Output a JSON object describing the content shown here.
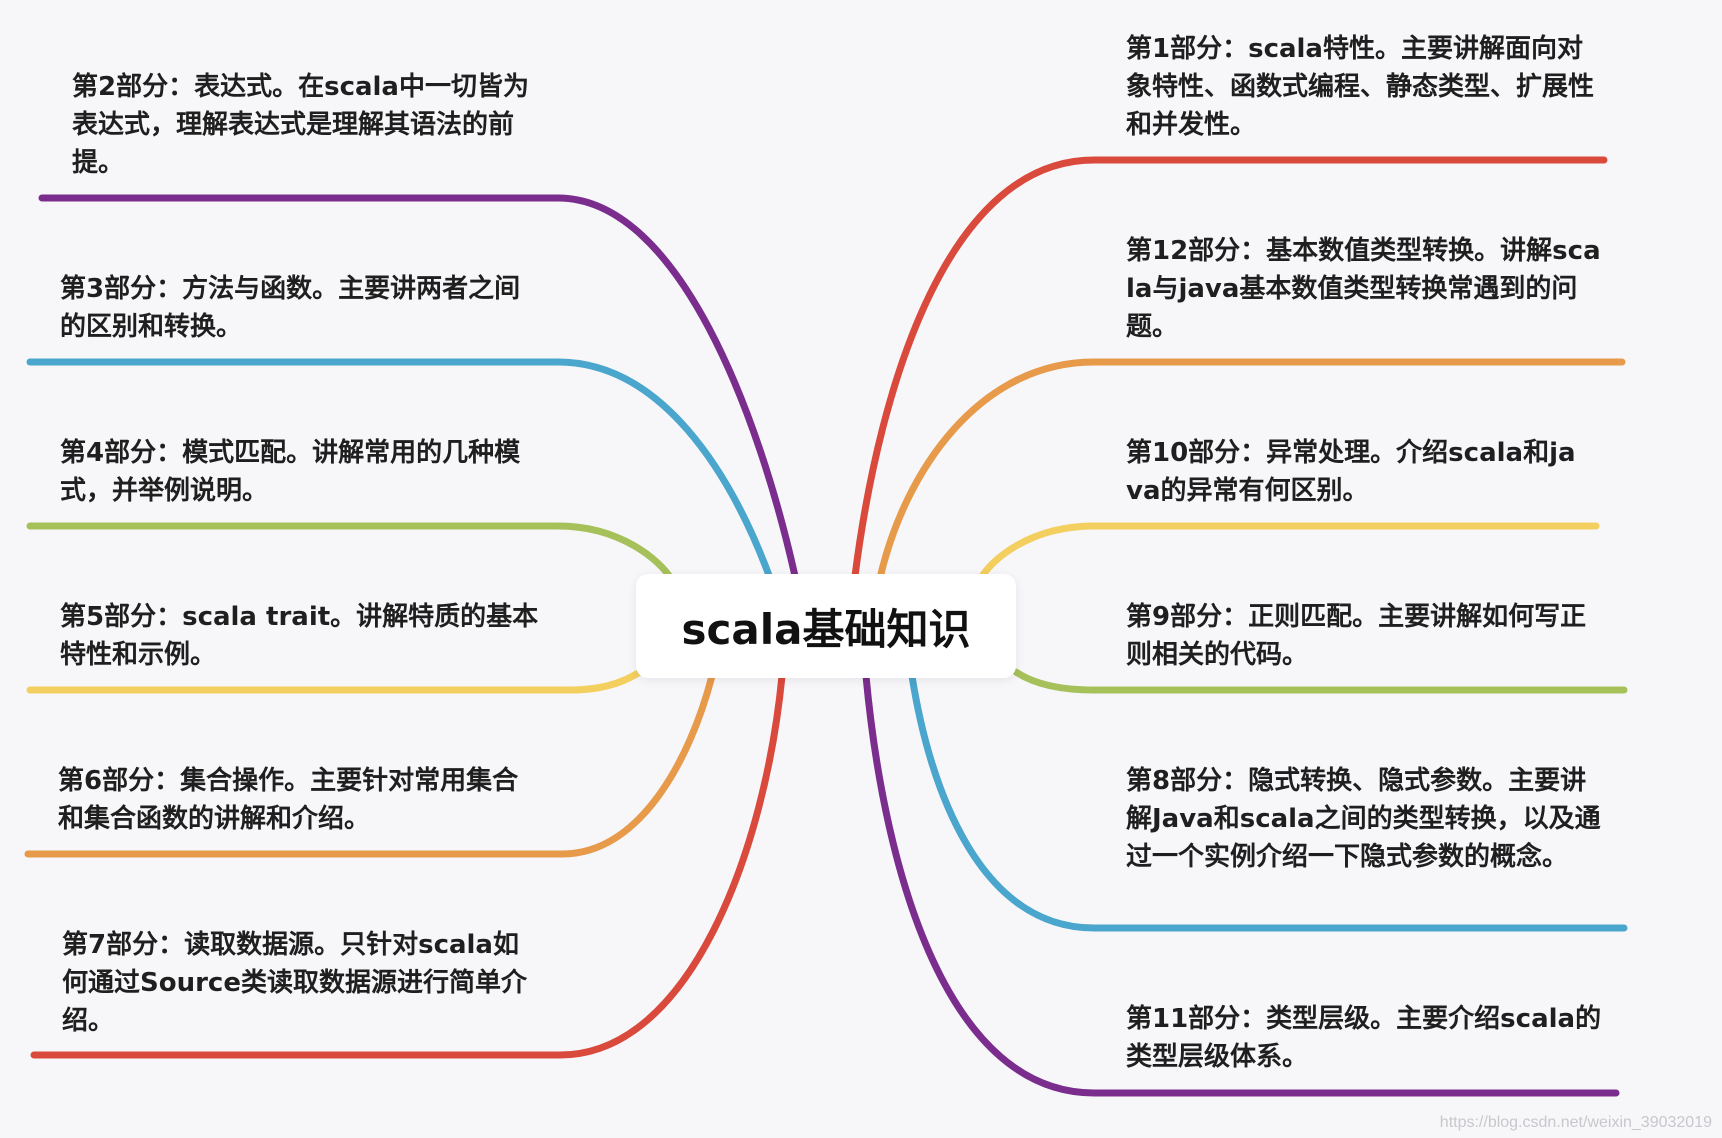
{
  "central_topic": "scala基础知识",
  "colors": {
    "background": "#f7f7fa",
    "purple": "#7b2d8e",
    "blue": "#4aa6cc",
    "green": "#a6c05a",
    "yellow": "#f3cf5f",
    "orange": "#e79a4a",
    "red": "#da4a3c"
  },
  "left_topics": [
    {
      "id": "part2",
      "text": "第2部分：表达式。在scala中一切皆为表达式，理解表达式是理解其语法的前提。",
      "color": "purple"
    },
    {
      "id": "part3",
      "text": "第3部分：方法与函数。主要讲两者之间的区别和转换。",
      "color": "blue"
    },
    {
      "id": "part4",
      "text": "第4部分：模式匹配。讲解常用的几种模式，并举例说明。",
      "color": "green"
    },
    {
      "id": "part5",
      "text": "第5部分：scala trait。讲解特质的基本特性和示例。",
      "color": "yellow"
    },
    {
      "id": "part6",
      "text": "第6部分：集合操作。主要针对常用集合和集合函数的讲解和介绍。",
      "color": "orange"
    },
    {
      "id": "part7",
      "text": "第7部分：读取数据源。只针对scala如何通过Source类读取数据源进行简单介绍。",
      "color": "red"
    }
  ],
  "right_topics": [
    {
      "id": "part1",
      "text": "第1部分：scala特性。主要讲解面向对象特性、函数式编程、静态类型、扩展性和并发性。",
      "color": "red"
    },
    {
      "id": "part12",
      "text": "第12部分：基本数值类型转换。讲解scala与java基本数值类型转换常遇到的问题。",
      "color": "orange"
    },
    {
      "id": "part10",
      "text": "第10部分：异常处理。介绍scala和java的异常有何区别。",
      "color": "yellow"
    },
    {
      "id": "part9",
      "text": "第9部分：正则匹配。主要讲解如何写正则相关的代码。",
      "color": "green"
    },
    {
      "id": "part8",
      "text": "第8部分：隐式转换、隐式参数。主要讲解Java和scala之间的类型转换，以及通过一个实例介绍一下隐式参数的概念。",
      "color": "blue"
    },
    {
      "id": "part11",
      "text": "第11部分：类型层级。主要介绍scala的类型层级体系。",
      "color": "purple"
    }
  ],
  "watermark": "https://blog.csdn.net/weixin_39032019"
}
